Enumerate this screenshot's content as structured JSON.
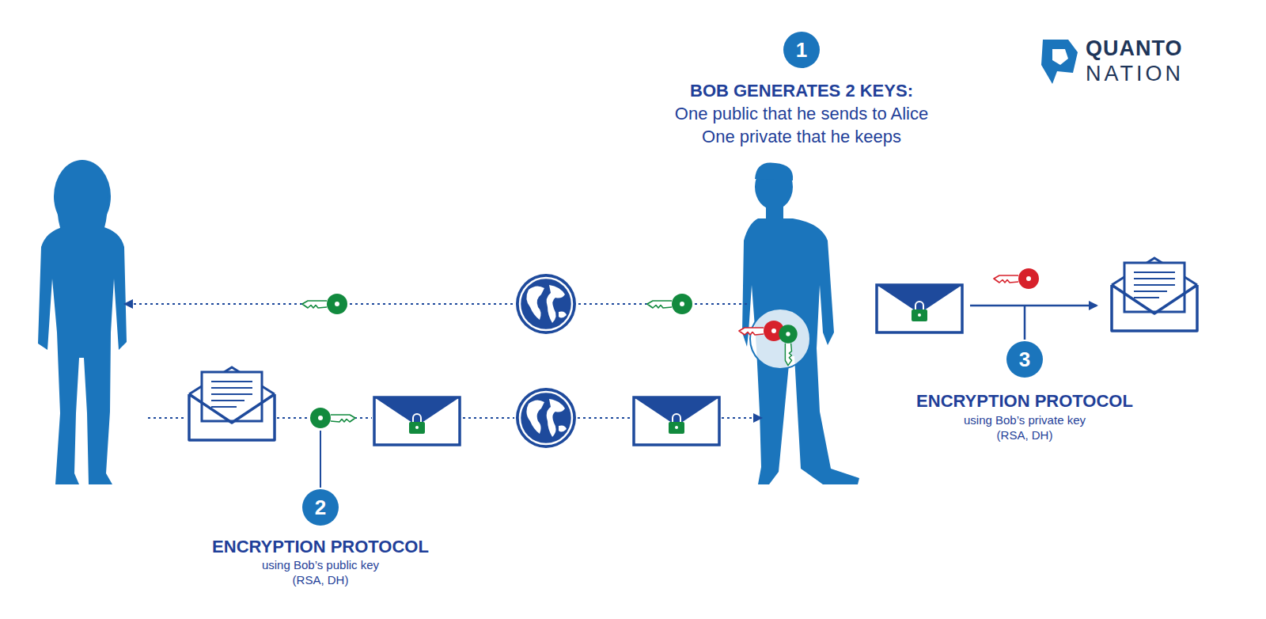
{
  "diagram": {
    "nodes": [
      {
        "text": [
          "1"
        ]
      },
      {
        "text": [
          "2"
        ]
      },
      {
        "text": [
          "3"
        ]
      }
    ],
    "labels": [
      "BOB GENERATES 2 KEYS:",
      "One public that he sends to Alice",
      "One private that he keeps",
      "ENCRYPTION PROTOCOL",
      "using Bob’s public key",
      "(RSA, DH)",
      "ENCRYPTION PROTOCOL",
      "using Bob’s private key",
      "(RSA, DH)",
      "QUANTO",
      "NATION"
    ]
  }
}
